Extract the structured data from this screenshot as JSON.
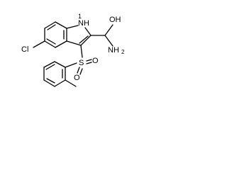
{
  "molecule": {
    "labels": {
      "nh": "NH",
      "nh_sub": "1",
      "cl": "Cl",
      "s": "S",
      "o_top": "O",
      "o_bottom": "O",
      "oh": "OH",
      "nh2": "NH",
      "nh2_sub": "2"
    }
  }
}
